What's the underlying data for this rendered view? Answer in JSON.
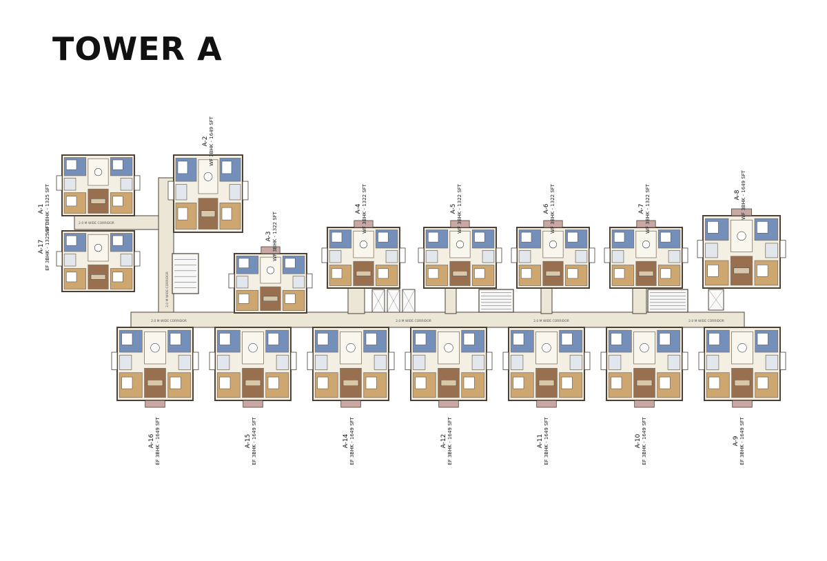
{
  "title": "TOWER A",
  "corridors": {
    "upper_left": "2.0 M WIDE CORRIDOR",
    "vertical": "2.0 M WIDE CORRIDOR",
    "main_1": "2.0 M WIDE CORRIDOR",
    "main_2": "2.0 M WIDE CORRIDOR",
    "main_3": "2.0 M WIDE CORRIDOR",
    "main_4": "2.0 M WIDE CORRIDOR"
  },
  "units": [
    {
      "id": "A-1",
      "info": "WF 3BHK - 1325 SFT"
    },
    {
      "id": "A-2",
      "info": "WF 3BHK - 1649 SFT"
    },
    {
      "id": "A-3",
      "info": "WF 3BHK - 1322 SFT"
    },
    {
      "id": "A-4",
      "info": "WF 3BHK - 1322 SFT"
    },
    {
      "id": "A-5",
      "info": "WF 3BHK - 1322 SFT"
    },
    {
      "id": "A-6",
      "info": "WF 3BHK - 1322 SFT"
    },
    {
      "id": "A-7",
      "info": "WF 3BHK - 1322 SFT"
    },
    {
      "id": "A-8",
      "info": "WF 3BHK - 1649 SFT"
    },
    {
      "id": "A-9",
      "info": "EF 3BHK - 1649 SFT"
    },
    {
      "id": "A-10",
      "info": "EF 3BHK - 1649 SFT"
    },
    {
      "id": "A-11",
      "info": "EF 3BHK - 1649 SFT"
    },
    {
      "id": "A-12",
      "info": "EF 3BHK - 1649 SFT"
    },
    {
      "id": "A-14",
      "info": "EF 3BHK - 1649 SFT"
    },
    {
      "id": "A-15",
      "info": "EF 3BHK - 1649 SFT"
    },
    {
      "id": "A-16",
      "info": "EF 3BHK - 1649 SFT"
    },
    {
      "id": "A-17",
      "info": "EF 3BHK - 1325 SFT"
    }
  ],
  "colors": {
    "floor": "#f4efe3",
    "wall": "#4a4034",
    "wood": "#c89a5c",
    "tile_blue": "#5f7fb5",
    "terrace": "#c9a8a3",
    "corridor": "#ece6d6",
    "dark_wood": "#8a5a36"
  }
}
